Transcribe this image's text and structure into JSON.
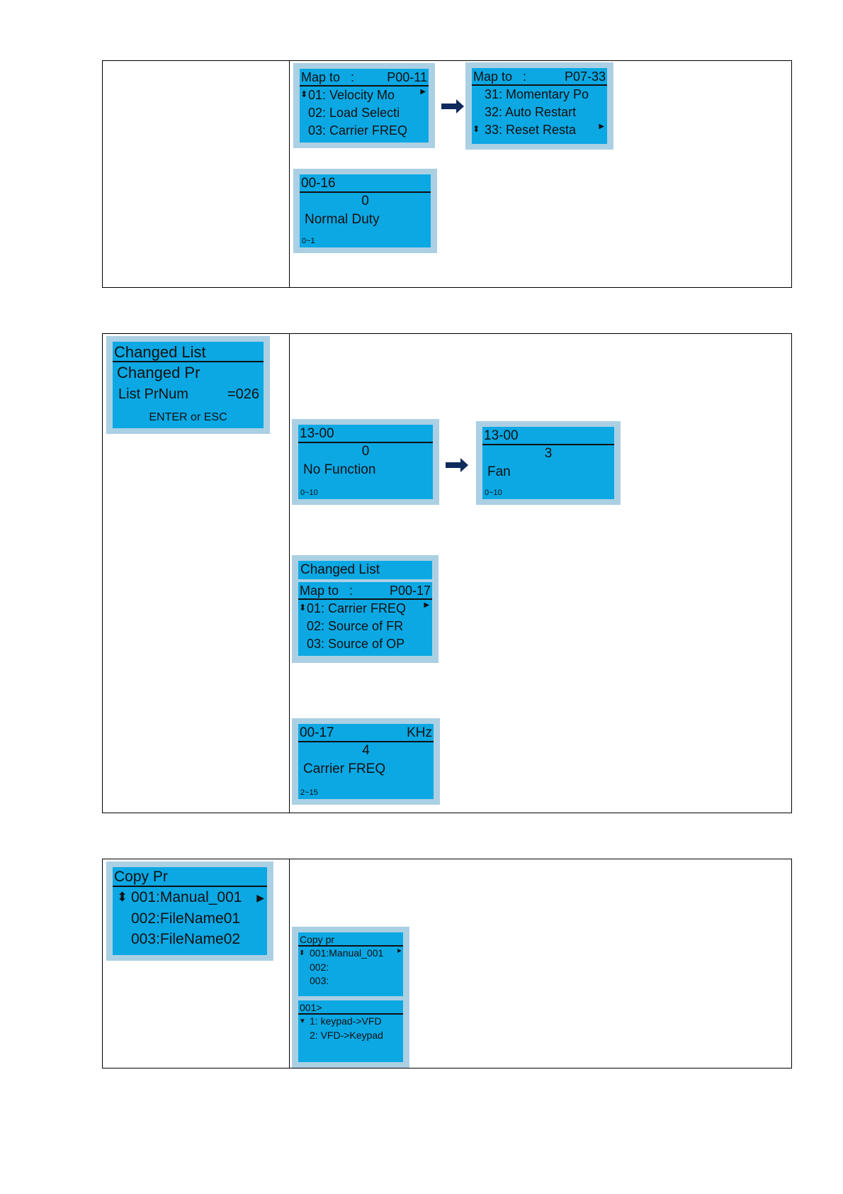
{
  "table1": {
    "screen_a": {
      "header_left": "Map to   :",
      "header_right": "P00-11",
      "lines": [
        "01: Velocity Mo",
        "02: Load Selecti",
        "03: Carrier FREQ"
      ]
    },
    "screen_b": {
      "header_left": "Map to   :",
      "header_right": "P07-33",
      "lines": [
        "31: Momentary Po",
        "32: Auto Restart",
        "33: Reset Resta"
      ]
    },
    "screen_c": {
      "header": "00-16",
      "value": "0",
      "name": "Normal Duty",
      "range": "0~1"
    }
  },
  "table2": {
    "changed_list": {
      "header": "Changed List",
      "line1": "Changed Pr",
      "line2_label": "List PrNum",
      "line2_value": "=026",
      "footer": "ENTER or ESC"
    },
    "screen_before": {
      "header": "13-00",
      "value": "0",
      "name": "No Function",
      "range": "0~10"
    },
    "screen_after": {
      "header": "13-00",
      "value": "3",
      "name": "Fan",
      "range": "0~10"
    },
    "map_screen": {
      "title": "Changed List",
      "header_left": "Map to   :",
      "header_right": "P00-17",
      "lines": [
        "01: Carrier FREQ",
        "02: Source of FR",
        "03: Source of OP"
      ]
    },
    "param_screen": {
      "header": "00-17",
      "unit": "KHz",
      "value": "4",
      "name": "Carrier FREQ",
      "range": "2~15"
    }
  },
  "table3": {
    "copy_big": {
      "header": "Copy Pr",
      "lines": [
        "001:Manual_001",
        "002:FileName01",
        "003:FileName02"
      ]
    },
    "copy_small": {
      "header": "Copy pr",
      "lines": [
        "001:Manual_001",
        "002:",
        "003:"
      ],
      "sub_header": "001>",
      "options": [
        "1: keypad->VFD",
        "2: VFD->Keypad"
      ]
    }
  },
  "icons": {
    "updown": "up-down-arrow-icon",
    "right": "right-triangle-icon",
    "next": "right-arrow-icon"
  },
  "colors": {
    "lcd_bg": "#0ba8e4",
    "lcd_frame": "#abd0e4",
    "arrow": "#0d2b5c"
  }
}
